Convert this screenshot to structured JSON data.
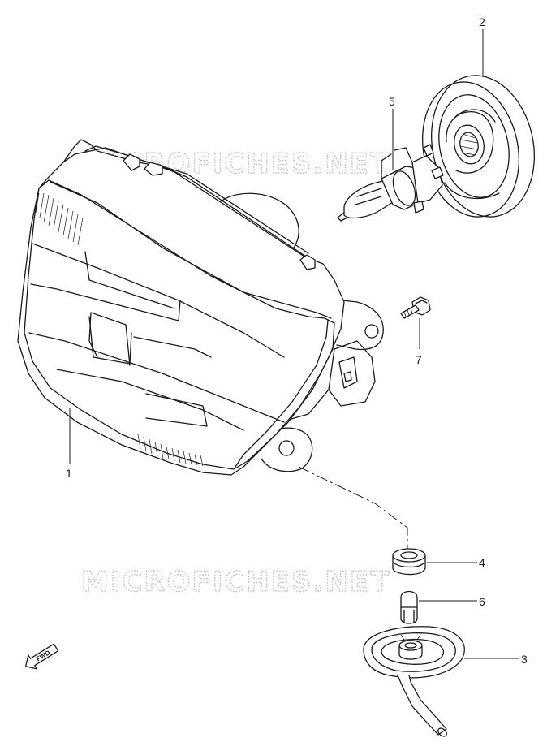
{
  "watermark": {
    "text": "MICROFICHES.NET"
  },
  "direction_badge": {
    "label": "FWD"
  },
  "parts": [
    {
      "ref": "1",
      "name_id": "headlight-assembly"
    },
    {
      "ref": "2",
      "name_id": "socket-cover"
    },
    {
      "ref": "3",
      "name_id": "position-lamp-socket"
    },
    {
      "ref": "4",
      "name_id": "grommet"
    },
    {
      "ref": "5",
      "name_id": "headlight-bulb"
    },
    {
      "ref": "6",
      "name_id": "position-lamp-bulb"
    },
    {
      "ref": "7",
      "name_id": "adjusting-screw"
    }
  ]
}
